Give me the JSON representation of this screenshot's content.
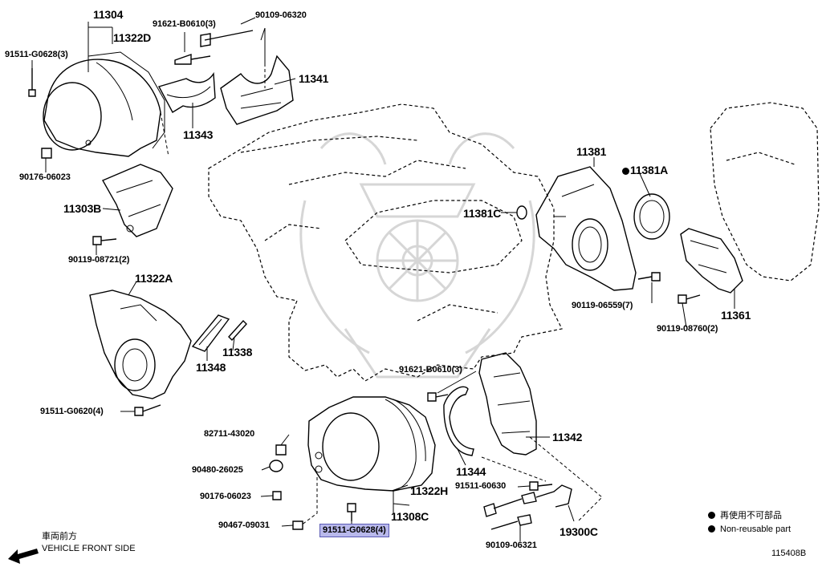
{
  "diagram": {
    "code": "115408B",
    "direction": {
      "label_jp": "車両前方",
      "label_en": "VEHICLE FRONT SIDE"
    },
    "legend": [
      {
        "symbol": "●",
        "text": "再使用不可部品"
      },
      {
        "symbol": "●",
        "text": "Non-reusable part"
      }
    ],
    "labels": {
      "p11304": "11304",
      "p11322D": "11322D",
      "p91621_top": "91621-B0610(3)",
      "p90109_06320": "90109-06320",
      "p91511_G0628_3": "91511-G0628(3)",
      "p11341": "11341",
      "p11343": "11343",
      "p90176_top": "90176-06023",
      "p11303B": "11303B",
      "p90119_08721": "90119-08721(2)",
      "p11322A": "11322A",
      "p11338": "11338",
      "p11348": "11348",
      "p91511_G0620": "91511-G0620(4)",
      "p11381": "11381",
      "p11381A": "11381A",
      "p11381C": "11381C",
      "p90119_06559": "90119-06559(7)",
      "p11361": "11361",
      "p90119_08760": "90119-08760(2)",
      "p91621_mid": "91621-B0610(3)",
      "p11342": "11342",
      "p82711": "82711-43020",
      "p90480": "90480-26025",
      "p90176_bot": "90176-06023",
      "p90467": "90467-09031",
      "p91511_G0628_4": "91511-G0628(4)",
      "p11322H": "11322H",
      "p11308C": "11308C",
      "p11344": "11344",
      "p91511_60630": "91511-60630",
      "p19300C": "19300C",
      "p90109_06321": "90109-06321"
    }
  }
}
